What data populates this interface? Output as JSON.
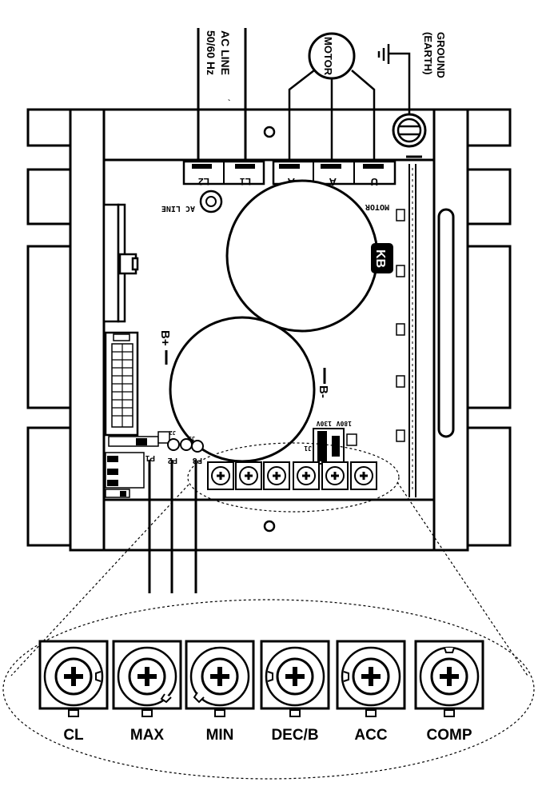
{
  "ac_line": {
    "label": "AC LINE",
    "freq": "50/60 Hz",
    "board_label": "AC LINE",
    "terminals": [
      "L2",
      "L1"
    ]
  },
  "motor": {
    "symbol_label": "MOTOR",
    "board_label": "MOTOR",
    "terminals": [
      "A",
      "A",
      "U"
    ]
  },
  "ground": {
    "line1": "GROUND",
    "line2": "(EARTH)"
  },
  "board": {
    "logo": "KB",
    "bus_plus": "B+",
    "bus_minus": "B-",
    "header_tag": "J1",
    "jumper_labels": [
      "130V",
      "180V"
    ],
    "fuse_labels": [
      "P1",
      "P2",
      "P3"
    ],
    "jumper_tags": [
      "J2",
      "J3"
    ]
  },
  "trimpots": [
    {
      "label": "CL"
    },
    {
      "label": "MAX"
    },
    {
      "label": "MIN"
    },
    {
      "label": "DEC/B"
    },
    {
      "label": "ACC"
    },
    {
      "label": "COMP"
    }
  ],
  "colors": {
    "ink": "#000000",
    "paper": "#ffffff"
  }
}
